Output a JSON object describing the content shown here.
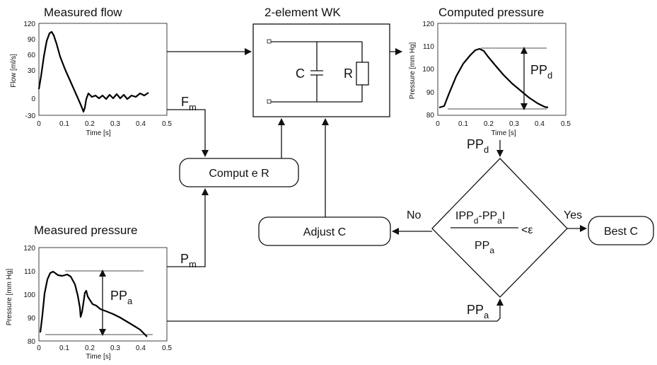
{
  "measured_flow": {
    "title": "Measured flow",
    "ylabel": "Flow [ml/s]",
    "xlabel": "Time [s]",
    "yticks": [
      "120",
      "90",
      "60",
      "30",
      "0",
      "-30"
    ],
    "xticks": [
      "0",
      "0.1",
      "0.2",
      "0.3",
      "0.4",
      "0.5"
    ]
  },
  "computed_pressure": {
    "title": "Computed pressure",
    "ylabel": "Pressure [mm Hg]",
    "xlabel": "Time [s]",
    "yticks": [
      "120",
      "110",
      "100",
      "90",
      "80"
    ],
    "xticks": [
      "0",
      "0.1",
      "0.2",
      "0.3",
      "0.4",
      "0.5"
    ],
    "pp_label": "PP",
    "pp_sub": "d"
  },
  "measured_pressure": {
    "title": "Measured pressure",
    "ylabel": "Pressure [mm Hg]",
    "xlabel": "Time [s]",
    "yticks": [
      "120",
      "110",
      "100",
      "90",
      "80"
    ],
    "xticks": [
      "0",
      "0.1",
      "0.2",
      "0.3",
      "0.4",
      "0.5"
    ],
    "pp_label": "PP",
    "pp_sub": "a"
  },
  "wk": {
    "title": "2-element WK",
    "c_label": "C",
    "r_label": "R"
  },
  "blocks": {
    "compute_r": "Comput e R",
    "adjust_c": "Adjust C",
    "best_c": "Best C"
  },
  "decision": {
    "numerator": "IPP",
    "num_sub1": "d",
    "num_mid": "-PP",
    "num_sub2": "a",
    "num_end": "I",
    "denominator": "PP",
    "den_sub": "a",
    "compare": "<ε"
  },
  "flow_labels": {
    "fm": "F",
    "fm_sub": "m",
    "pm": "P",
    "pm_sub": "m",
    "ppd": "PP",
    "ppd_sub": "d",
    "ppa": "PP",
    "ppa_sub": "a",
    "no": "No",
    "yes": "Yes"
  }
}
